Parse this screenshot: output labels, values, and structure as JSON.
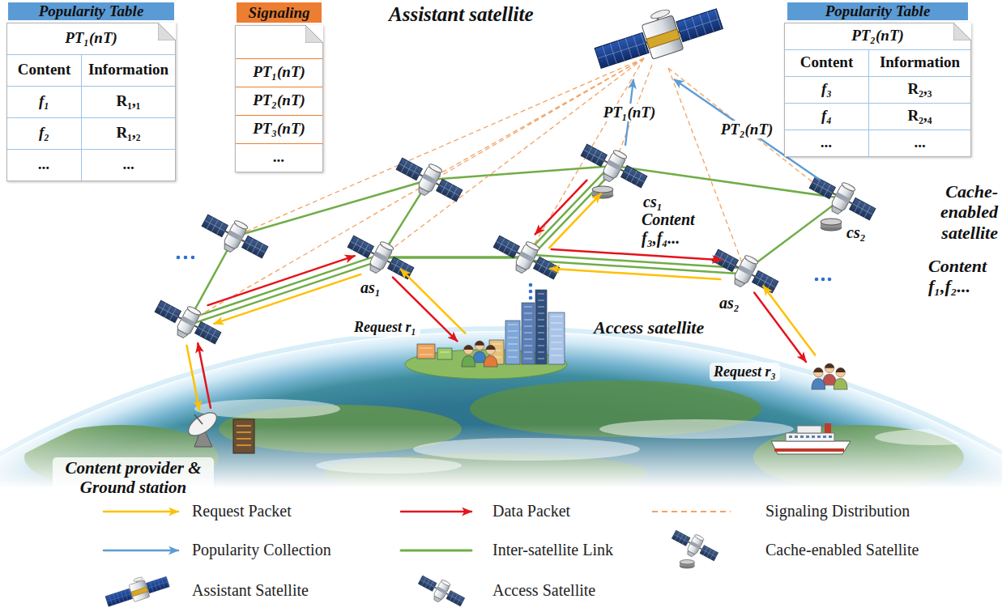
{
  "diagram": {
    "nodes": [
      {
        "text": [
          "Popularity Table",
          "PT₁(nT)",
          "Content",
          "Information",
          "f₁",
          "R₁,₁",
          "f₂",
          "R₁,₂",
          "...",
          "..."
        ]
      },
      {
        "text": [
          "Signaling",
          "PT₁(nT)",
          "PT₂(nT)",
          "PT₃(nT)",
          "..."
        ]
      },
      {
        "text": [
          "Assistant satellite"
        ]
      },
      {
        "text": [
          "Popularity Table",
          "PT₂(nT)",
          "Content",
          "Information",
          "f₃",
          "R₂,₃",
          "f₄",
          "R₂,₄",
          "...",
          "..."
        ]
      },
      {
        "text": [
          "cs₁",
          "Content f₃,f₄..."
        ]
      },
      {
        "text": [
          "cs₂",
          "Content f₁,f₂..."
        ]
      },
      {
        "text": [
          "as₁"
        ]
      },
      {
        "text": [
          "as₂"
        ]
      },
      {
        "text": [
          "Content provider & Ground station"
        ]
      }
    ],
    "edges": [
      {
        "from": 4,
        "to": 2,
        "arrow": "to",
        "label": "PT₁(nT)"
      },
      {
        "from": 5,
        "to": 2,
        "arrow": "to",
        "label": "PT₂(nT)"
      }
    ],
    "labels": [
      "Cache-enabled satellite",
      "Request r₁",
      "Access satellite",
      "Request r₃"
    ],
    "legend": [
      {
        "text": "Request Packet"
      },
      {
        "text": "Data Packet"
      },
      {
        "text": "Signaling Distribution"
      },
      {
        "text": "Popularity Collection"
      },
      {
        "text": "Inter-satellite Link"
      },
      {
        "text": "Cache-enabled Satellite"
      },
      {
        "text": "Assistant Satellite"
      },
      {
        "text": "Access Satellite"
      }
    ]
  }
}
